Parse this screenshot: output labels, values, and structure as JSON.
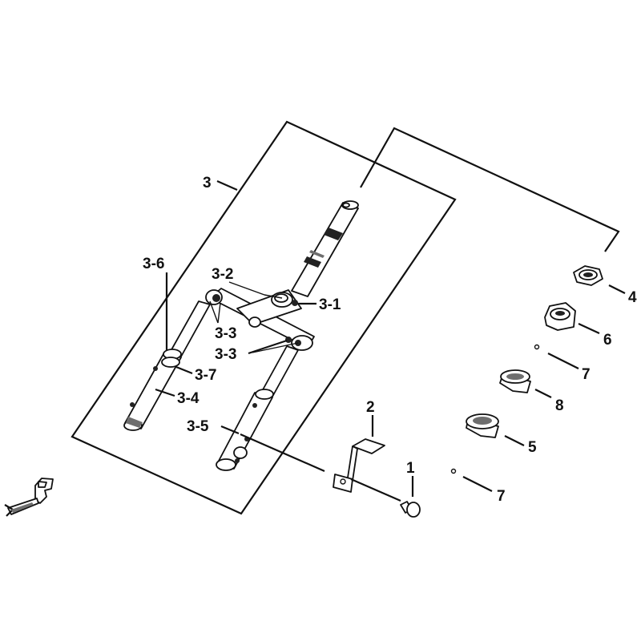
{
  "diagram": {
    "callouts": {
      "c1": "1",
      "c2": "2",
      "c3": "3",
      "c3_1": "3-1",
      "c3_2": "3-2",
      "c3_3a": "3-3",
      "c3_3b": "3-3",
      "c3_4": "3-4",
      "c3_5": "3-5",
      "c3_6": "3-6",
      "c3_7": "3-7",
      "c4": "4",
      "c5": "5",
      "c6": "6",
      "c7a": "7",
      "c7b": "7",
      "c8": "8"
    },
    "icons": {
      "direction": "front-direction-arrow-icon"
    },
    "colors": {
      "ink": "#111111",
      "shade": "#6e6e6e",
      "background": "#ffffff"
    }
  }
}
